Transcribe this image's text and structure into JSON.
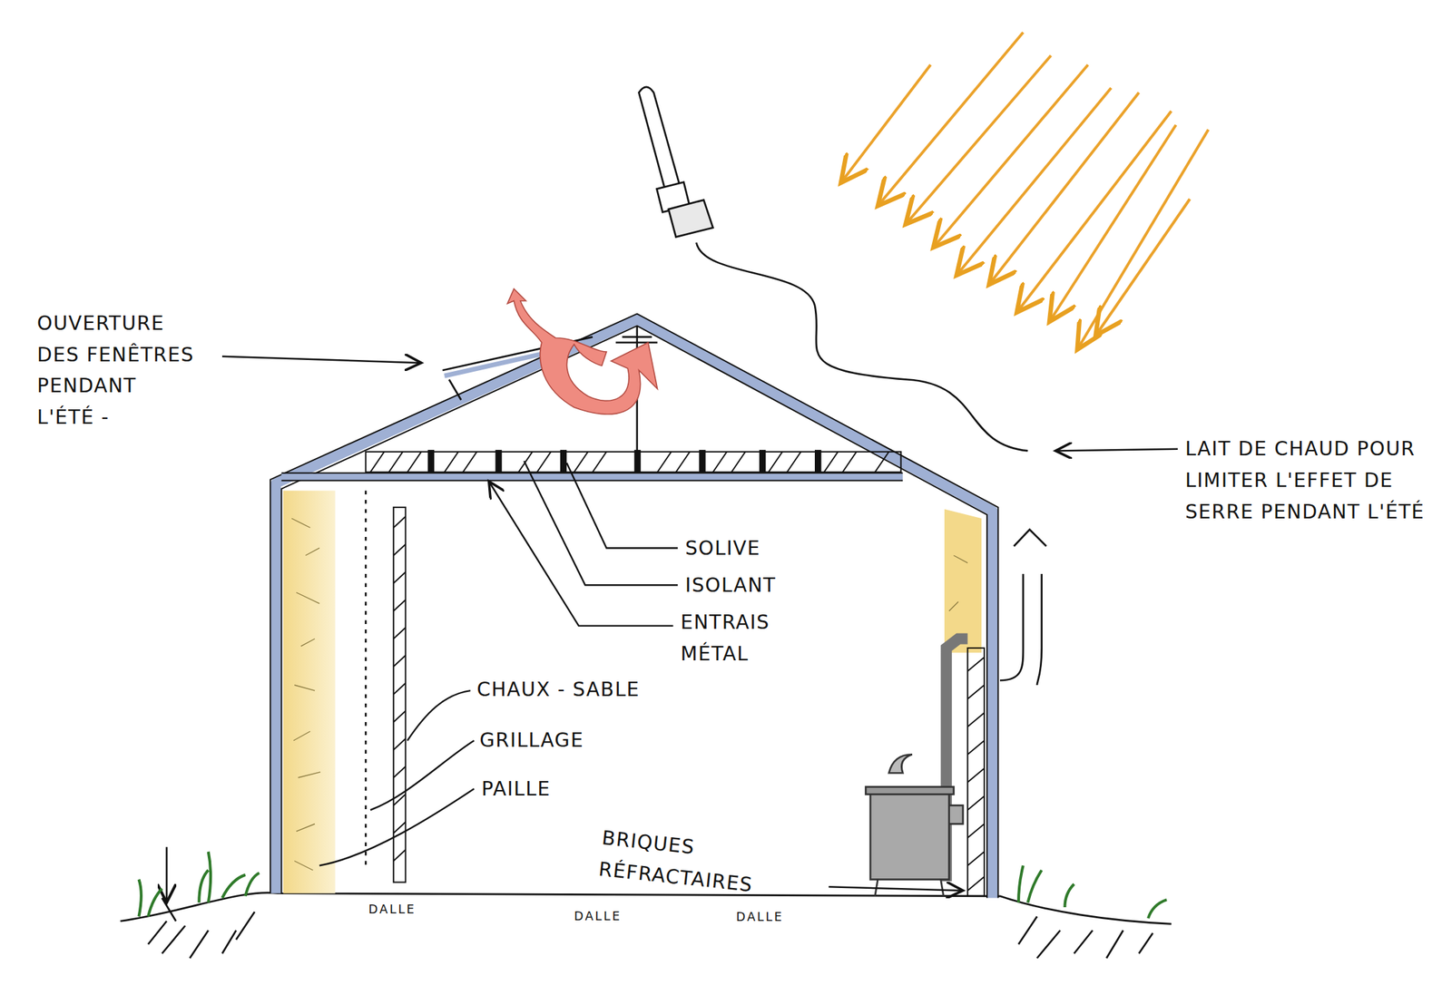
{
  "diagram": {
    "labels": [
      "OUVERTURE DES FENÊTRES PENDANT L'ÉTÉ -",
      "LAIT DE CHAUD POUR LIMITER L'EFFET DE SERRE PENDANT L'ÉTÉ",
      "SOLIVE",
      "ISOLANT",
      "ENTRAIS MÉTAL",
      "CHAUX - SABLE",
      "GRILLAGE",
      "PAILLE",
      "BRIQUES RÉFRACTAIRES",
      "DALLE",
      "DALLE",
      "DALLE"
    ]
  }
}
